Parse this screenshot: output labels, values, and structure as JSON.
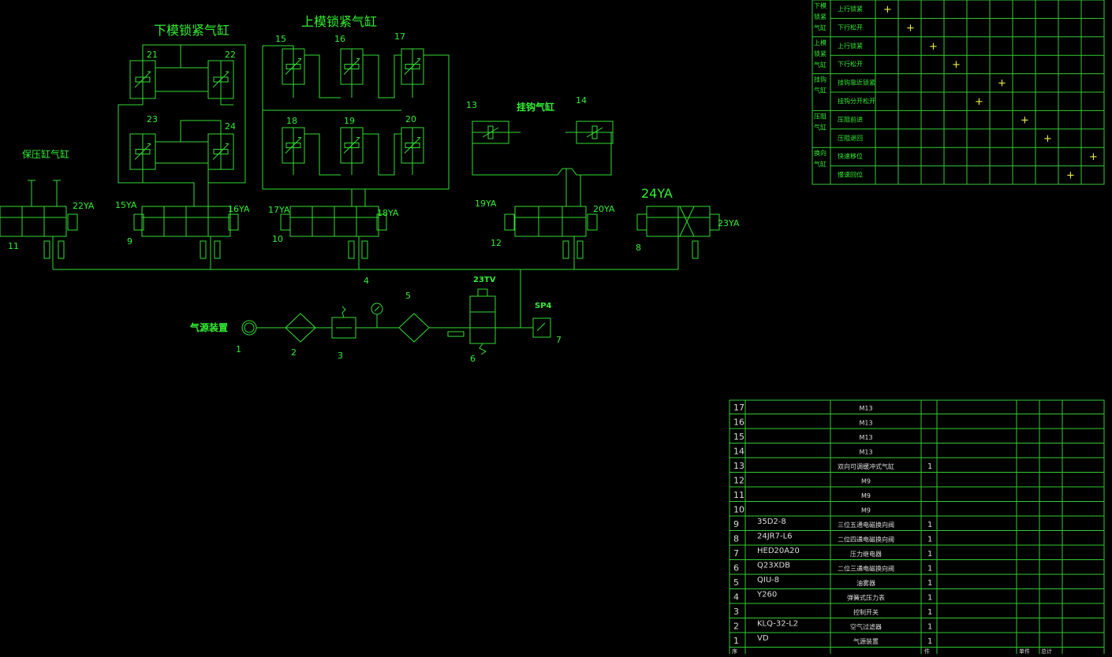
{
  "colors": {
    "background": "#000000",
    "line": "#33dd33",
    "text": "#33ee33",
    "table_line": "#33cc33",
    "plus": "#eeee44",
    "white_text": "#dddddd"
  },
  "titles": {
    "lower_lock": "下模锁紧气缸",
    "upper_lock": "上模锁紧气缸",
    "hook": "挂钩气缸",
    "pressure_retain": "保压缸气缸",
    "air_source": "气源装置",
    "valve_23tv": "23TV",
    "sp4": "SP4",
    "label_24ya_big": "24YA"
  },
  "cylinder_numbers": [
    "21",
    "22",
    "23",
    "24",
    "15",
    "16",
    "17",
    "18",
    "19",
    "20",
    "13",
    "14"
  ],
  "solenoids": [
    "22YA",
    "15YA",
    "16YA",
    "17YA",
    "18YA",
    "19YA",
    "20YA",
    "23YA"
  ],
  "valve_numbers": [
    "11",
    "9",
    "10",
    "12",
    "8",
    "4"
  ],
  "source_numbers": [
    "1",
    "2",
    "3",
    "5",
    "6",
    "7"
  ],
  "sequence_table": {
    "groups": [
      {
        "label": "下模锁紧气缸",
        "rows": [
          "上行锁紧",
          "下行松开"
        ]
      },
      {
        "label": "上模锁紧气缸",
        "rows": [
          "上行锁紧",
          "下行松开"
        ]
      },
      {
        "label": "挂钩气缸",
        "rows": [
          "挂钩靠近锁紧",
          "挂钩分开松开"
        ]
      },
      {
        "label": "压阻气缸",
        "rows": [
          "压阻前进",
          "压阻退回"
        ]
      },
      {
        "label": "换向气缸",
        "rows": [
          "快速移位",
          "慢速回位"
        ]
      }
    ],
    "plus_marks": [
      {
        "row": 0,
        "col": 0
      },
      {
        "row": 1,
        "col": 1
      },
      {
        "row": 2,
        "col": 2
      },
      {
        "row": 3,
        "col": 3
      },
      {
        "row": 4,
        "col": 5
      },
      {
        "row": 5,
        "col": 4
      },
      {
        "row": 6,
        "col": 6
      },
      {
        "row": 7,
        "col": 7
      },
      {
        "row": 8,
        "col": 9
      },
      {
        "row": 9,
        "col": 8
      }
    ],
    "plus_symbol": "+"
  },
  "parts_table": {
    "rows": [
      {
        "no": "17",
        "code": "",
        "name": "M13",
        "qty": ""
      },
      {
        "no": "16",
        "code": "",
        "name": "M13",
        "qty": ""
      },
      {
        "no": "15",
        "code": "",
        "name": "M13",
        "qty": ""
      },
      {
        "no": "14",
        "code": "",
        "name": "M13",
        "qty": ""
      },
      {
        "no": "13",
        "code": "",
        "name": "双向可调缓冲式气缸",
        "qty": "1"
      },
      {
        "no": "12",
        "code": "",
        "name": "M9",
        "qty": ""
      },
      {
        "no": "11",
        "code": "",
        "name": "M9",
        "qty": ""
      },
      {
        "no": "10",
        "code": "",
        "name": "M9",
        "qty": ""
      },
      {
        "no": "9",
        "code": "35D2-8",
        "name": "三位五通电磁换向阀",
        "qty": "1"
      },
      {
        "no": "8",
        "code": "24JR7-L6",
        "name": "二位四通电磁换向阀",
        "qty": "1"
      },
      {
        "no": "7",
        "code": "HED20A20",
        "name": "压力继电器",
        "qty": "1"
      },
      {
        "no": "6",
        "code": "Q23XDB",
        "name": "二位三通电磁换向阀",
        "qty": "1"
      },
      {
        "no": "5",
        "code": "QIU-8",
        "name": "油雾器",
        "qty": "1"
      },
      {
        "no": "4",
        "code": "Y260",
        "name": "弹簧式压力表",
        "qty": "1"
      },
      {
        "no": "3",
        "code": "",
        "name": "控制开关",
        "qty": "1"
      },
      {
        "no": "2",
        "code": "KLQ-32-L2",
        "name": "空气过滤器",
        "qty": "1"
      },
      {
        "no": "1",
        "code": "VD",
        "name": "气源装置",
        "qty": "1"
      }
    ],
    "footer": {
      "no": "序",
      "qty": "件",
      "unit": "单件",
      "total": "总计"
    }
  }
}
